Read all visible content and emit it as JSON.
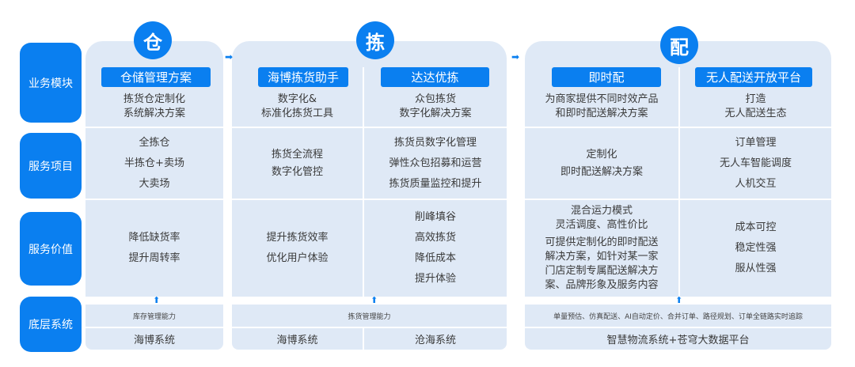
{
  "row_labels": [
    "业务模块",
    "服务项目",
    "服务价值",
    "底层系统"
  ],
  "stages": [
    "仓",
    "拣",
    "配"
  ],
  "columns": [
    {
      "heading": "仓储管理方案",
      "desc": "拣货仓定制化\n系统解决方案",
      "items": "全拣仓\n半拣仓+卖场\n大卖场",
      "values": "降低缺货率\n提升周转率"
    },
    {
      "heading": "海博拣货助手",
      "desc": "数字化&\n标准化拣货工具",
      "items": "拣货全流程\n数字化管控",
      "values": "提升拣货效率\n优化用户体验"
    },
    {
      "heading": "达达优拣",
      "desc": "众包拣货\n数字化解决方案",
      "items": "拣货员数字化管理\n弹性众包招募和运营\n拣货质量监控和提升",
      "values": "削峰填谷\n高效拣货\n降低成本\n提升体验"
    },
    {
      "heading": "即时配",
      "desc": "为商家提供不同时效产品\n和即时配送解决方案",
      "items": "定制化\n即时配送解决方案",
      "values_top": "混合运力模式\n灵活调度、高性价比",
      "values": "可提供定制化的即时配送\n解决方案，如针对某一家\n门店定制专属配送解决方\n案、品牌形象及服务内容"
    },
    {
      "heading": "无人配送开放平台",
      "desc": "打造\n无人配送生态",
      "items": "订单管理\n无人车智能调度\n人机交互",
      "values": "成本可控\n稳定性强\n服从性强"
    }
  ],
  "capabilities": [
    "库存管理能力",
    "拣货管理能力",
    "单量预估、仿真配送、AI自动定价、合并订单、路径规划、订单全链路实时追踪"
  ],
  "systems": [
    "海博系统",
    "海博系统",
    "沧海系统",
    "智慧物流系统+苍穹大数据平台"
  ],
  "colors": {
    "primary": "#0a7ff0",
    "panel": "#dfe9f6"
  }
}
